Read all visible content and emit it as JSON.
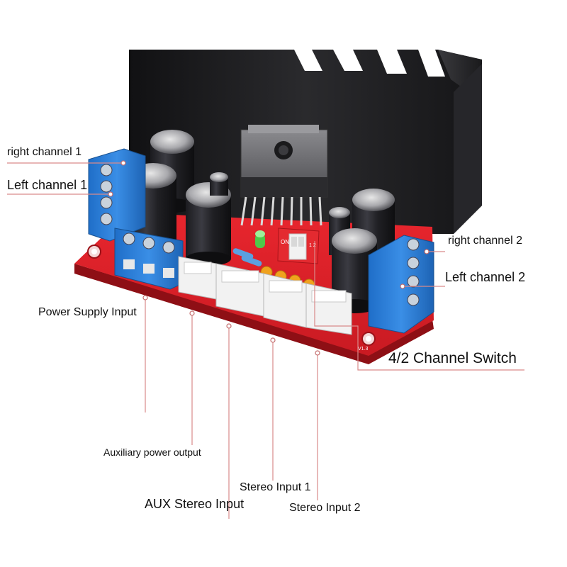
{
  "labels": {
    "right_channel_1": "right channel 1",
    "left_channel_1": "Left channel 1",
    "right_channel_2": "right channel 2",
    "left_channel_2": "Left channel 2",
    "channel_switch": "4/2 Channel Switch",
    "power_supply_input": "Power Supply Input",
    "auxiliary_power_output": "Auxiliary power output",
    "aux_stereo_input": "AUX Stereo Input",
    "stereo_input_1": "Stereo Input 1",
    "stereo_input_2": "Stereo Input 2"
  },
  "colors": {
    "pcb": "#e0202a",
    "heatsink": "#1c1c1e",
    "terminal": "#2a7fd8",
    "connector": "#f2f2f2",
    "leader_line": "#d98a8a"
  },
  "board_marks": {
    "switch_on": "ON",
    "switch_numbers": "1 2",
    "version": "V1.3"
  }
}
